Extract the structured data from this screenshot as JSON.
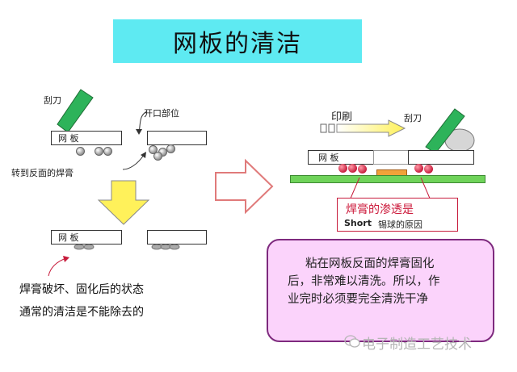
{
  "title": "网板的清洁",
  "left_top": {
    "squeegee_label": "刮刀",
    "opening_label": "开口部位",
    "stencil_label": "网    板",
    "transfer_label": "转到反面的焊膏"
  },
  "left_bottom": {
    "stencil_label": "网    板",
    "caption_line1": "焊膏破坏、固化后的状态",
    "caption_line2": "通常的清洁是不能除去的"
  },
  "right_diagram": {
    "print_label": "印刷",
    "squeegee_label": "刮刀",
    "stencil_label": "网    板",
    "seep_title": "焊膏的渗透是",
    "seep_line_en": "Short",
    "seep_line_cn": "锡球的原因"
  },
  "note": {
    "line1": "粘在网板反面的焊膏固化",
    "line2": "后，非常难以清洗。所以，作",
    "line3": "业完时必须要完全清洗干净"
  },
  "watermark": "电子制造工艺技术",
  "colors": {
    "title_bg": "#5eeaf2",
    "squeegee": "#2db35a",
    "pcb": "#6fd35a",
    "pad": "#f0a23a",
    "solder_red": "#c71c3c",
    "arrow_yellow": "#fff15a",
    "note_bg": "#fbd3fb"
  }
}
